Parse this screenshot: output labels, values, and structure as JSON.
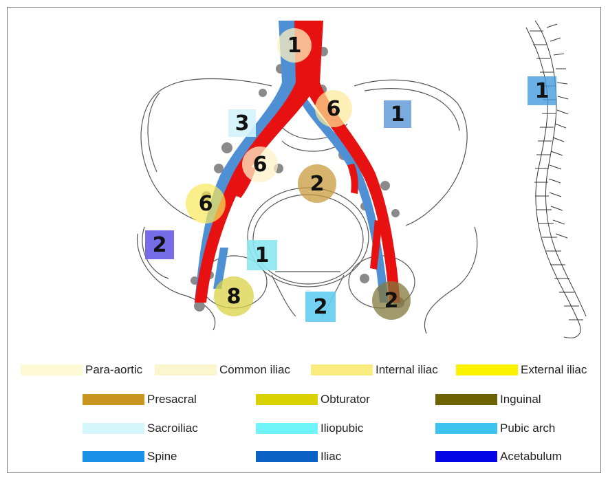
{
  "markers": [
    {
      "id": "m-paraaortic-1",
      "label": "1",
      "color": "#fdf3c4",
      "shape": "circle"
    },
    {
      "id": "m-commoniliac-r-6",
      "label": "6",
      "color": "#fce7a6",
      "shape": "circle"
    },
    {
      "id": "m-iliac-1",
      "label": "1",
      "color": "#6aa2d9",
      "shape": "square"
    },
    {
      "id": "m-sacroiliac-3",
      "label": "3",
      "color": "#d3f3f9",
      "shape": "square"
    },
    {
      "id": "m-commoniliac-6",
      "label": "6",
      "color": "#fdf2c5",
      "shape": "circle"
    },
    {
      "id": "m-presacral-2",
      "label": "2",
      "color": "#c99f3e",
      "shape": "circle"
    },
    {
      "id": "m-internaliliac-6",
      "label": "6",
      "color": "#f7e55b",
      "shape": "circle"
    },
    {
      "id": "m-acetabulum-2",
      "label": "2",
      "color": "#7b73e6",
      "shape": "square"
    },
    {
      "id": "m-iliopubic-1",
      "label": "1",
      "color": "#8ce8f1",
      "shape": "square"
    },
    {
      "id": "m-obturator-8",
      "label": "8",
      "color": "#d9d34c",
      "shape": "circle"
    },
    {
      "id": "m-pubicarch-2",
      "label": "2",
      "color": "#6fd0f0",
      "shape": "square"
    },
    {
      "id": "m-inguinal-2",
      "label": "2",
      "color": "#8c8246",
      "shape": "circle"
    },
    {
      "id": "m-spine-1",
      "label": "1",
      "color": "#4f9ee0",
      "shape": "square"
    }
  ],
  "legend": [
    {
      "label": "Para-aortic",
      "color": "#fdf9d5"
    },
    {
      "label": "Common iliac",
      "color": "#fcf6cf"
    },
    {
      "label": "Internal iliac",
      "color": "#faeb7e"
    },
    {
      "label": "External iliac",
      "color": "#fbf200"
    },
    {
      "label": "Presacral",
      "color": "#c8961e"
    },
    {
      "label": "Obturator",
      "color": "#d9d100"
    },
    {
      "label": "Inguinal",
      "color": "#6d6300"
    },
    {
      "label": "Sacroiliac",
      "color": "#d5f6fb"
    },
    {
      "label": "Iliopubic",
      "color": "#6ff4fa"
    },
    {
      "label": "Pubic arch",
      "color": "#3cc3f0"
    },
    {
      "label": "Spine",
      "color": "#1a90e6"
    },
    {
      "label": "Iliac",
      "color": "#0b62c4"
    },
    {
      "label": "Acetabulum",
      "color": "#0505e6"
    }
  ]
}
